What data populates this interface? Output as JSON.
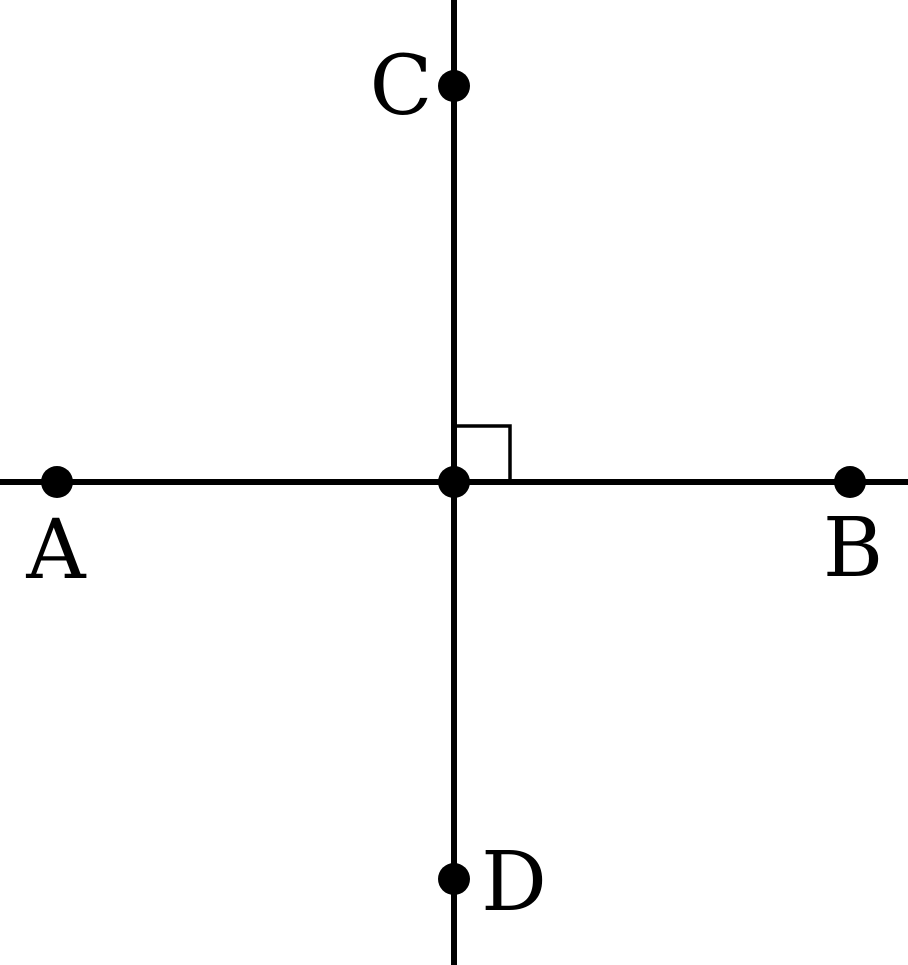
{
  "diagram": {
    "colors": {
      "line": "#000000",
      "background": "#ffffff"
    },
    "points": {
      "A": {
        "label": "A"
      },
      "B": {
        "label": "B"
      },
      "C": {
        "label": "C"
      },
      "D": {
        "label": "D"
      }
    },
    "right_angle_marker": true
  }
}
